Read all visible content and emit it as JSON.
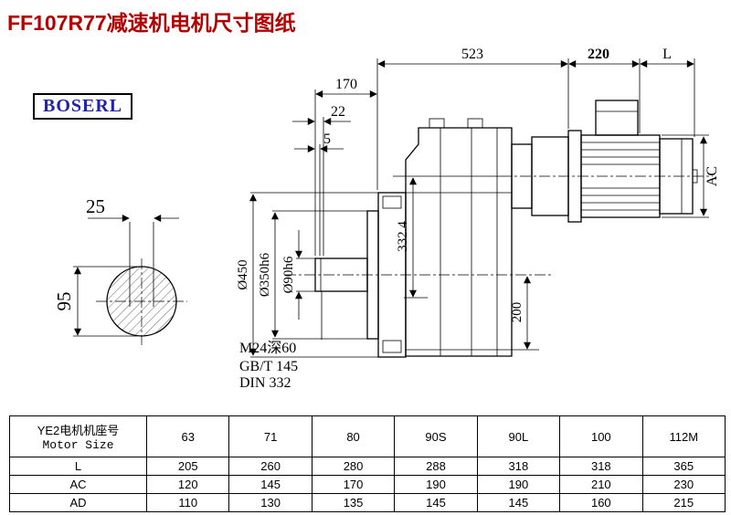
{
  "page": {
    "title": "FF107R77减速机电机尺寸图纸",
    "brand": "BOSERL"
  },
  "drawing": {
    "dims": {
      "len_523": "523",
      "len_220": "220",
      "len_L": "L",
      "len_170": "170",
      "len_22": "22",
      "len_5": "5",
      "key_25": "25",
      "key_95": "95",
      "dia_450": "Ø450",
      "dia_350": "Ø350h6",
      "dia_90": "Ø90h6",
      "h_332": "332.4",
      "h_200": "200",
      "ac": "AC",
      "tap": "M24深60",
      "std1": "GB/T 145",
      "std2": "DIN 332"
    }
  },
  "table": {
    "header": {
      "line1": "YE2电机机座号",
      "line2": "Motor Size"
    },
    "sizes": [
      "63",
      "71",
      "80",
      "90S",
      "90L",
      "100",
      "112M"
    ],
    "rows": [
      {
        "label": "L",
        "values": [
          "205",
          "260",
          "280",
          "288",
          "318",
          "318",
          "365"
        ]
      },
      {
        "label": "AC",
        "values": [
          "120",
          "145",
          "170",
          "190",
          "190",
          "210",
          "230"
        ]
      },
      {
        "label": "AD",
        "values": [
          "110",
          "130",
          "135",
          "145",
          "145",
          "160",
          "215"
        ]
      }
    ]
  }
}
